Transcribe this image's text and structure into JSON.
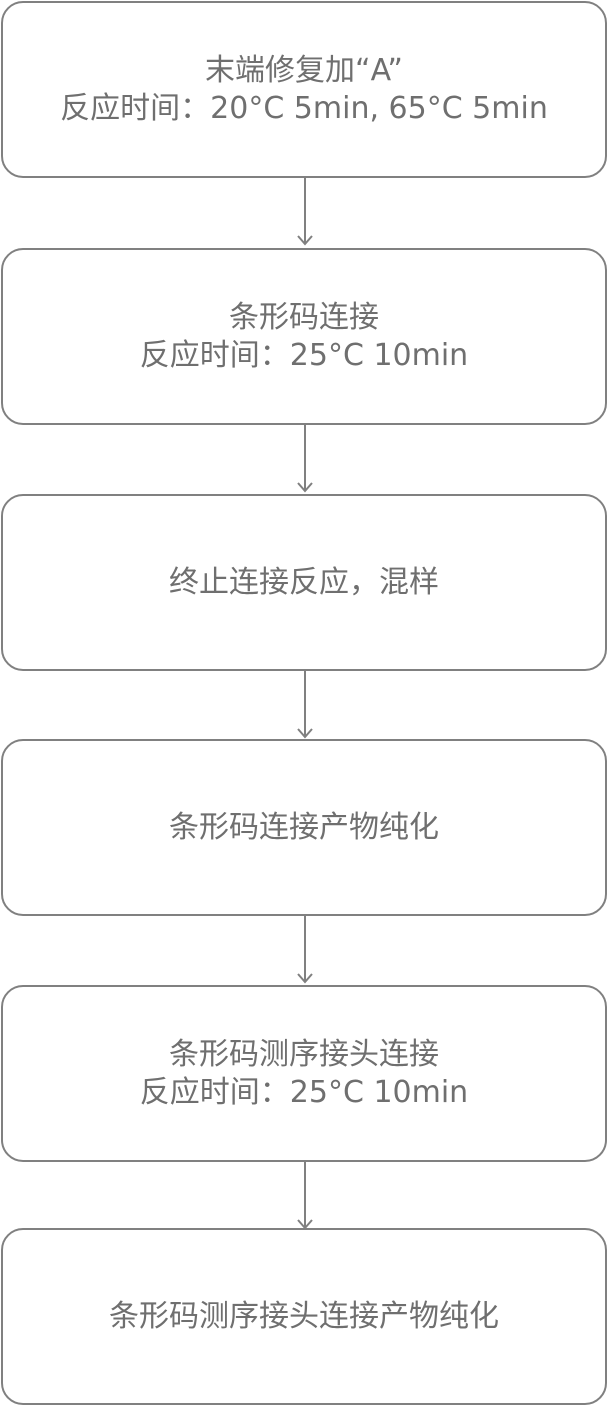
{
  "colors": {
    "border": "#808080",
    "text": "#6f6f6f",
    "arrow": "#808080",
    "background": "#ffffff"
  },
  "steps": [
    {
      "title": "末端修复加“A”",
      "detail": "反应时间：20°C 5min, 65°C 5min"
    },
    {
      "title": "条形码连接",
      "detail": "反应时间：25°C 10min"
    },
    {
      "title": "终止连接反应，混样",
      "detail": ""
    },
    {
      "title": "条形码连接产物纯化",
      "detail": ""
    },
    {
      "title": "条形码测序接头连接",
      "detail": "反应时间：25°C 10min"
    },
    {
      "title": "条形码测序接头连接产物纯化",
      "detail": ""
    }
  ]
}
